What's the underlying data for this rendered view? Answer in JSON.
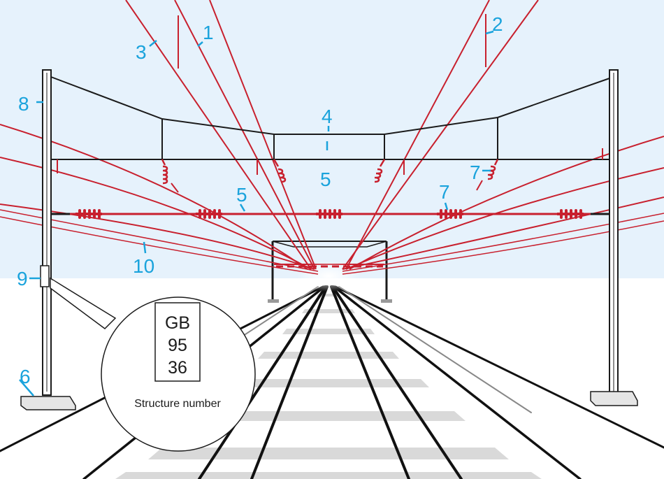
{
  "labels": {
    "l1": "1",
    "l2": "2",
    "l3": "3",
    "l4": "4",
    "l5a": "5",
    "l5b": "5",
    "l6": "6",
    "l7a": "7",
    "l7b": "7",
    "l8": "8",
    "l9": "9",
    "l10": "10"
  },
  "plate": {
    "line1": "GB",
    "line2": "95",
    "line3": "36"
  },
  "callout": {
    "caption": "Structure number"
  },
  "colors": {
    "sky": "#e6f2fc",
    "wire": "#c8202e",
    "label": "#1aa3dc",
    "structure": "#1b1b1b"
  }
}
